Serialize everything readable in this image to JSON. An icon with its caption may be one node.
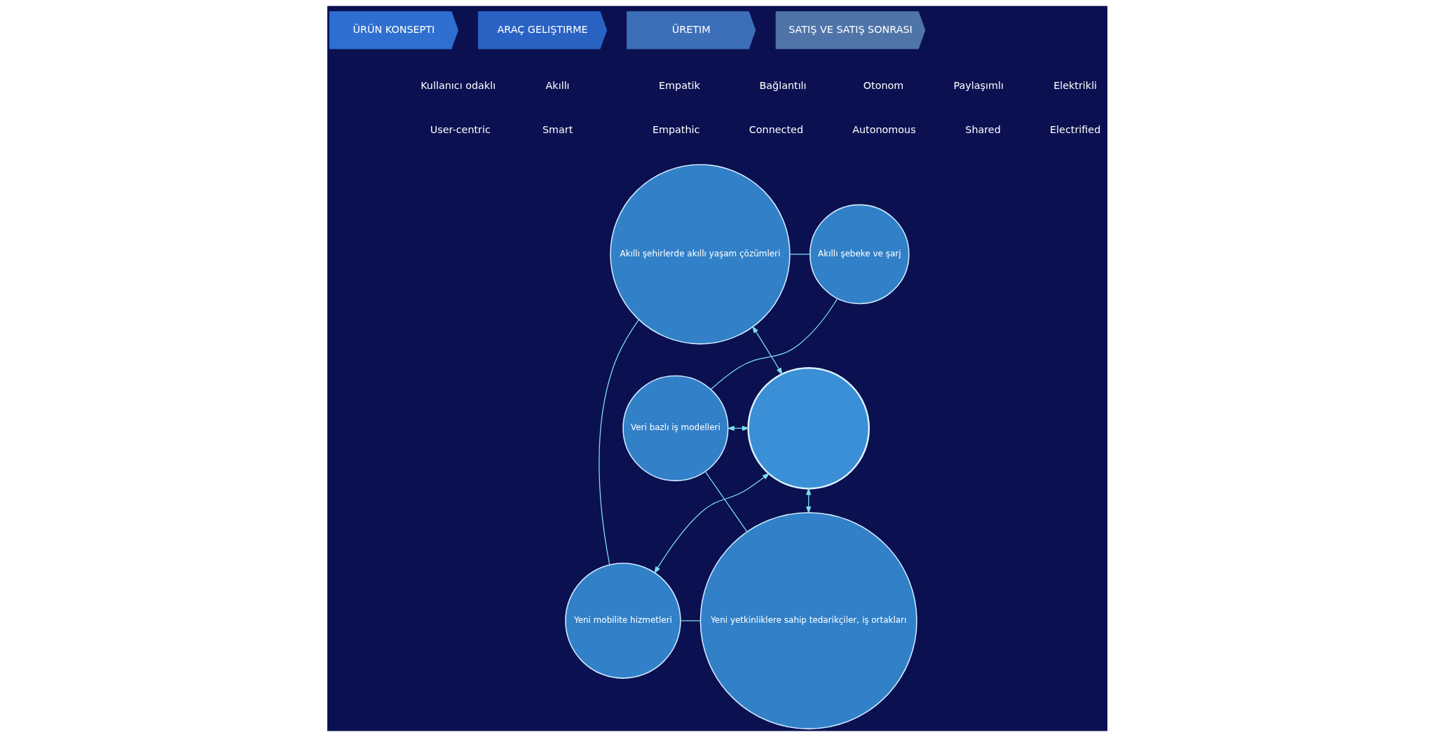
{
  "diagram": {
    "nodes": [
      {
        "text": [
          "ÜRÜN KONSEPTI"
        ]
      },
      {
        "text": [
          "ARAÇ GELIŞTIRME"
        ]
      },
      {
        "text": [
          "ÜRETIM"
        ]
      },
      {
        "text": [
          "SATIŞ VE SATIŞ SONRASI"
        ]
      },
      {
        "text": [
          "Akıllı şehirlerde akıllı yaşam çözümleri"
        ]
      },
      {
        "text": [
          "Akıllı şebeke ve şarj"
        ]
      },
      {
        "text": [],
        "shape": "circle"
      },
      {
        "text": [
          "Veri bazlı iş modelleri"
        ]
      },
      {
        "text": [
          "Yeni mobilite hizmetleri"
        ]
      },
      {
        "text": [
          "Yeni yetkinliklere sahip tedarikçiler, iş ortakları"
        ]
      }
    ],
    "edges": [
      {
        "from": 4,
        "to": 6,
        "arrow": "both"
      },
      {
        "from": 7,
        "to": 6,
        "arrow": "both"
      },
      {
        "from": 8,
        "to": 6,
        "arrow": "both"
      },
      {
        "from": 9,
        "to": 6,
        "arrow": "both"
      },
      {
        "from": 4,
        "to": 5,
        "arrow": "none"
      },
      {
        "from": 5,
        "to": 7,
        "arrow": "none"
      },
      {
        "from": 4,
        "to": 8,
        "arrow": "none"
      },
      {
        "from": 7,
        "to": 9,
        "arrow": "none"
      },
      {
        "from": 8,
        "to": 9,
        "arrow": "none"
      }
    ],
    "labels": [
      "Kullanıcı odaklı",
      "Akıllı",
      "Empatik",
      "Bağlantılı",
      "Otonom",
      "Paylaşımlı",
      "Elektrikli",
      "User-centric",
      "Smart",
      "Empathic",
      "Connected",
      "Autonomous",
      "Shared",
      "Electrified"
    ]
  }
}
